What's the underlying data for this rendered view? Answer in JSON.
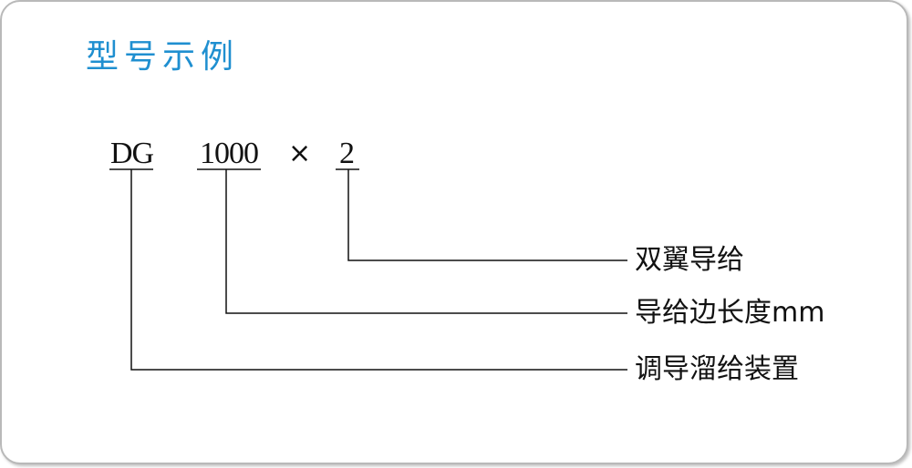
{
  "title": "型号示例",
  "model": {
    "prefix": "DG",
    "size": "1000",
    "times": "×",
    "count": "2"
  },
  "descriptions": {
    "count": "双翼导给",
    "size": "导给边长度mm",
    "prefix": "调导溜给装置"
  }
}
